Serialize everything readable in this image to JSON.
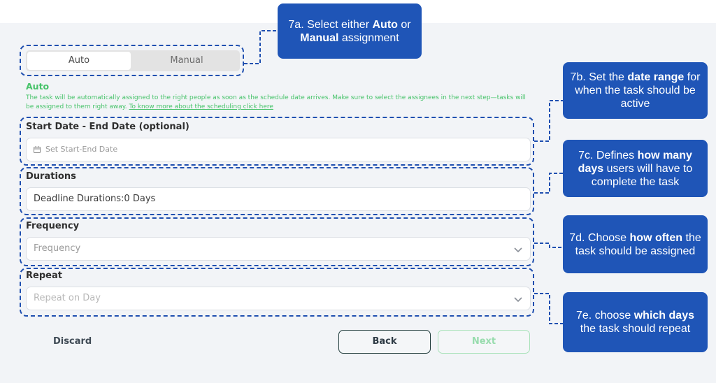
{
  "toggle": {
    "auto": "Auto",
    "manual": "Manual"
  },
  "mode": {
    "title": "Auto",
    "description": "The task will be automatically assigned to the right people as soon as the schedule date arrives. Make sure to select the assignees in the next step—tasks will be assigned to them right away. ",
    "link": "To know more about the scheduling click here"
  },
  "fields": {
    "date_range": {
      "label": "Start Date - End Date (optional)",
      "placeholder": "Set Start-End Date"
    },
    "durations": {
      "label": "Durations",
      "value": "Deadline Durations:0 Days"
    },
    "frequency": {
      "label": "Frequency",
      "placeholder": "Frequency"
    },
    "repeat": {
      "label": "Repeat",
      "placeholder": "Repeat on Day"
    }
  },
  "actions": {
    "discard": "Discard",
    "back": "Back",
    "next": "Next"
  },
  "callouts": {
    "a": {
      "pre": "7a. Select either ",
      "b1": "Auto",
      "mid": " or ",
      "b2": "Manual",
      "post": " assignment"
    },
    "b": {
      "pre": "7b. Set the ",
      "b1": "date range",
      "post": " for when the task should be active"
    },
    "c": {
      "pre": "7c. Defines ",
      "b1": "how many days",
      "post": " users will have to complete the task"
    },
    "d": {
      "pre": "7d. Choose ",
      "b1": "how often",
      "post": " the task should be assigned"
    },
    "e": {
      "pre": "7e. choose ",
      "b1": "which days",
      "post": " the task should repeat"
    }
  },
  "colors": {
    "accent_green": "#47c36a",
    "callout_blue": "#1f55b7"
  }
}
